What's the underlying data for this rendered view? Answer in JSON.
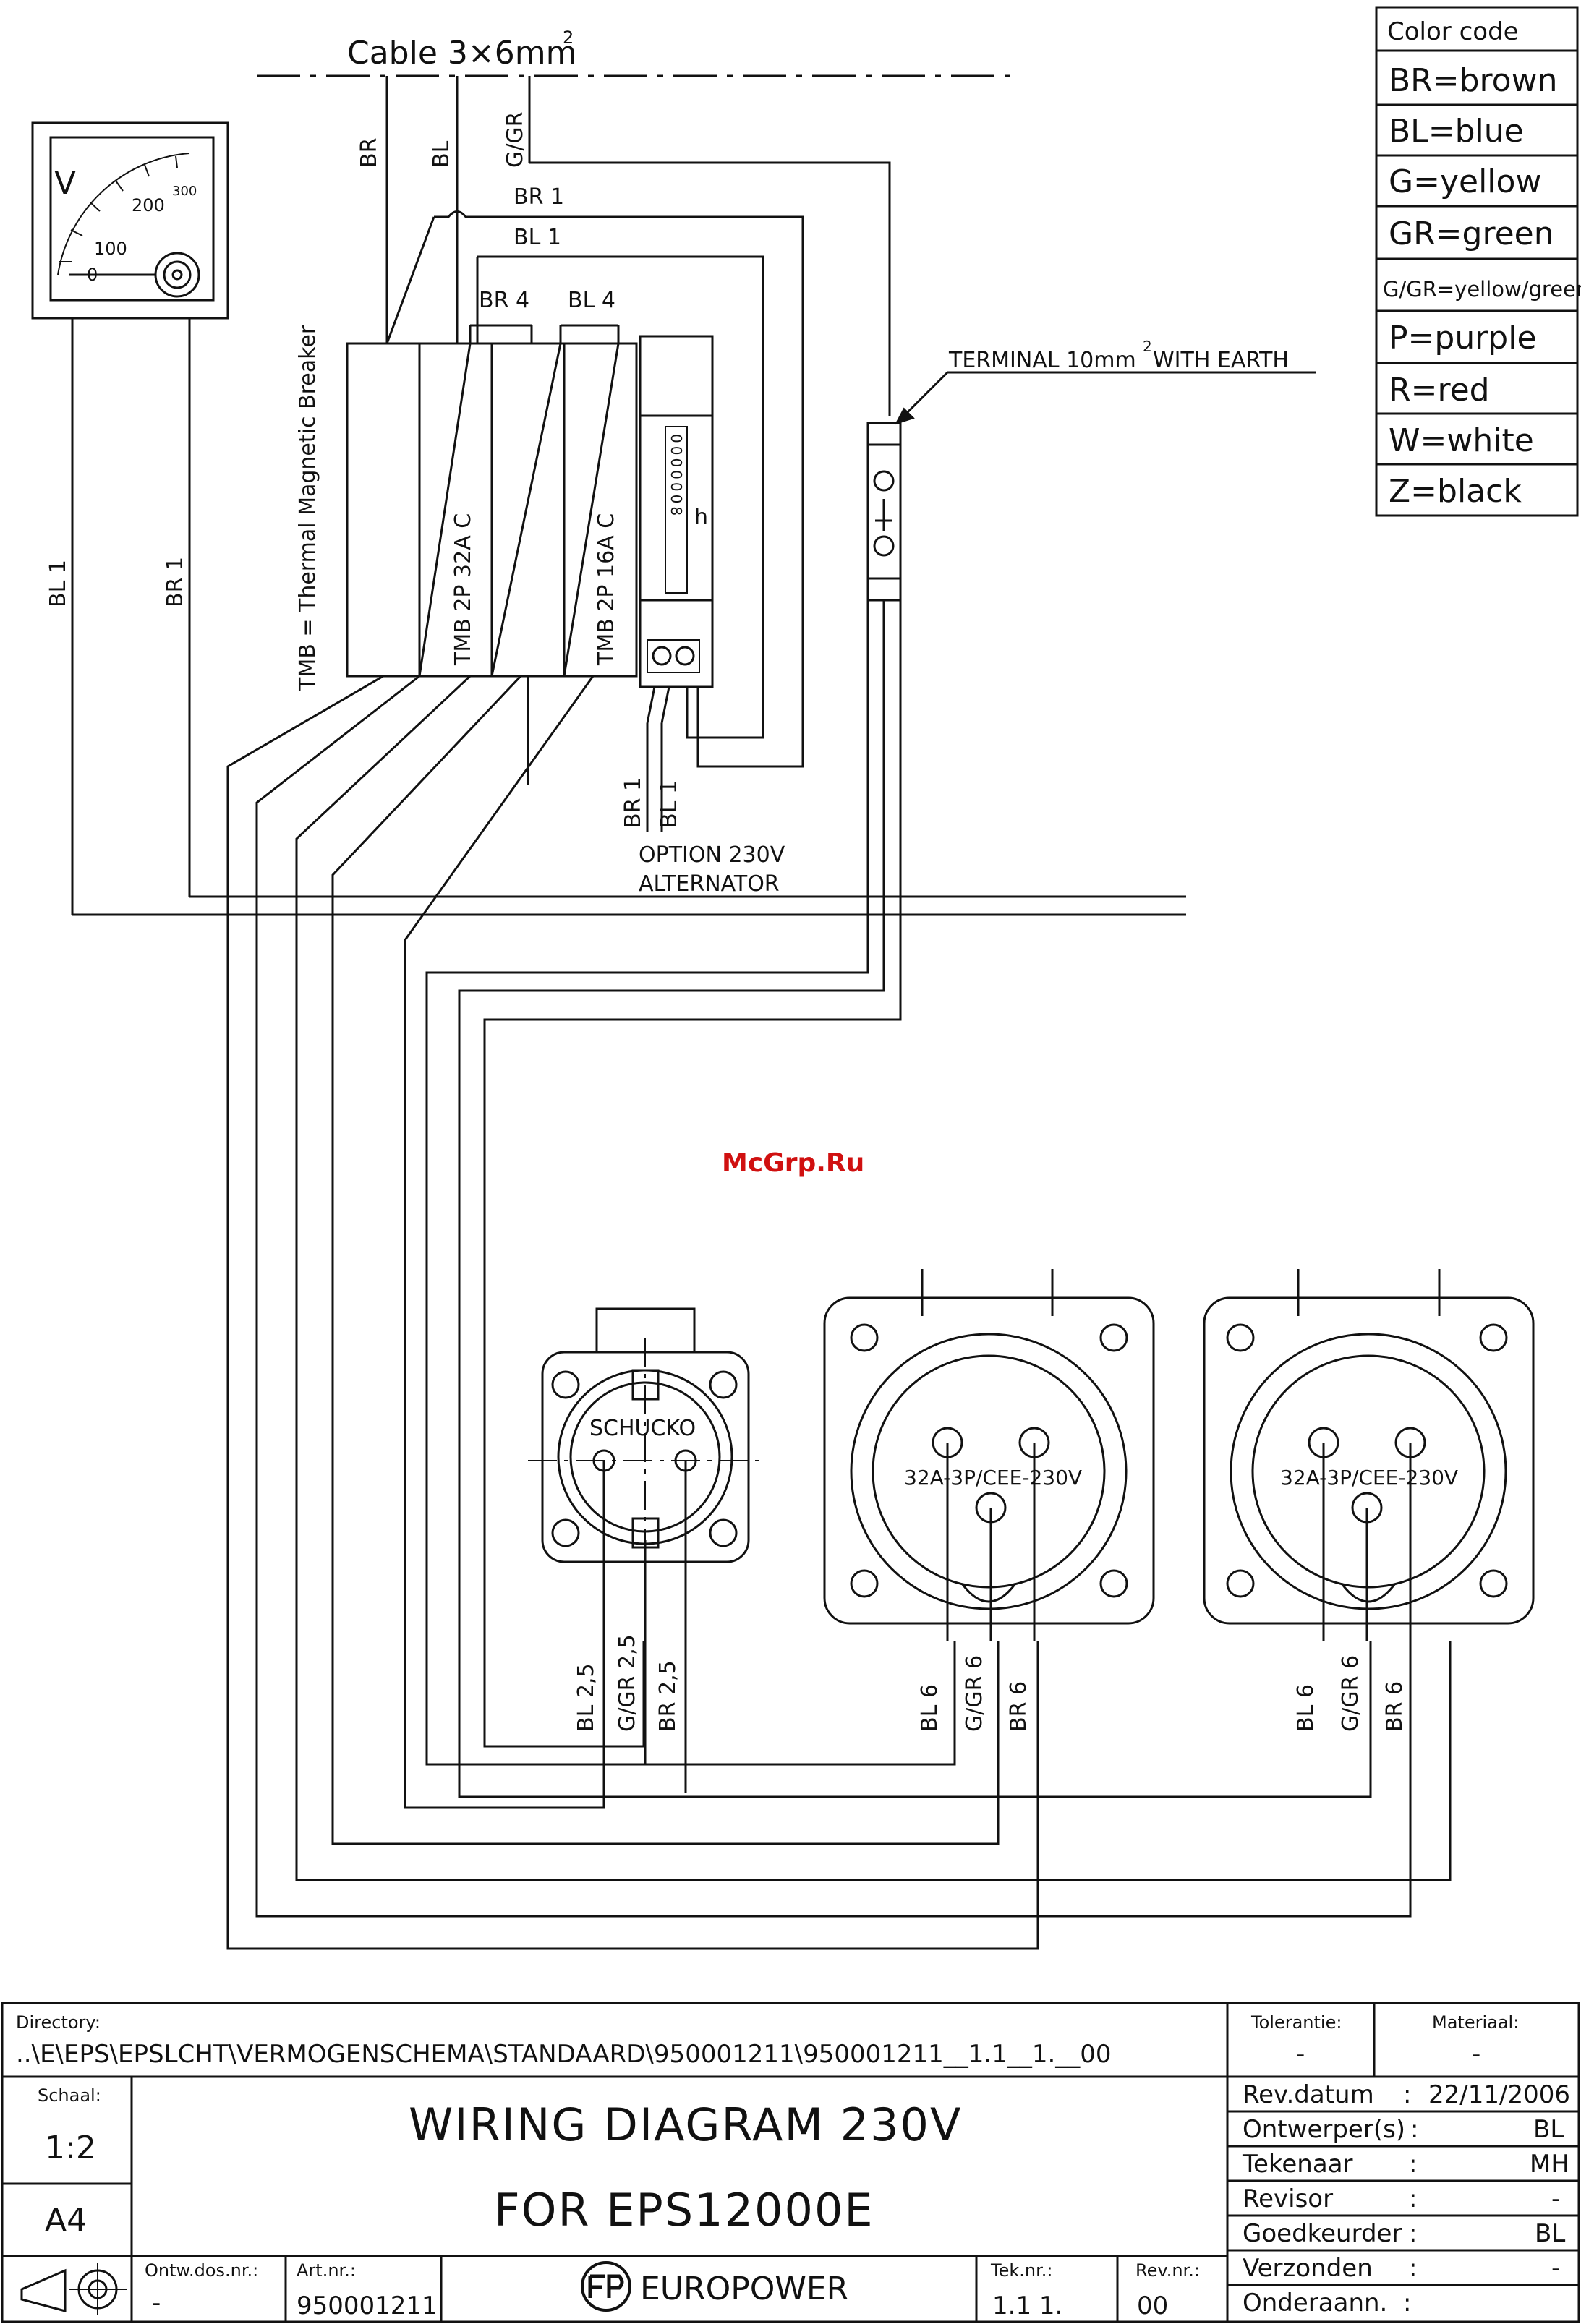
{
  "cable": {
    "label": "Cable 3×6mm",
    "sup": "2"
  },
  "cable_wires": [
    "BR",
    "BL",
    "G/GR"
  ],
  "color_code": {
    "title": "Color code",
    "items": [
      "BR=brown",
      "BL=blue",
      "G=yellow",
      "GR=green",
      "G/GR=yellow/green",
      "P=purple",
      "R=red",
      "W=white",
      "Z=black"
    ]
  },
  "voltmeter": {
    "unit": "V",
    "scale": [
      "0",
      "100",
      "200",
      "300"
    ]
  },
  "wire_labels": {
    "br1_top": "BR 1",
    "bl1_top": "BL 1",
    "br4": "BR 4",
    "bl4": "BL 4",
    "left_bl1": "BL 1",
    "left_br1": "BR 1",
    "alt_br1": "BR 1",
    "alt_bl1": "BL 1"
  },
  "breakers": {
    "legend": "TMB = Thermal Magnetic Breaker",
    "b1": "TMB 2P 32A C",
    "b2": "TMB 2P 16A C"
  },
  "hour_meter": {
    "digits": "0000008",
    "unit": "h"
  },
  "terminal": {
    "label": "TERMINAL 10mm",
    "sup": "2",
    "suffix": " WITH EARTH"
  },
  "option": {
    "line1": "OPTION 230V",
    "line2": "ALTERNATOR"
  },
  "watermark": "McGrp.Ru",
  "sockets": {
    "schucko": {
      "label": "SCHUCKO",
      "wires": [
        "BL 2,5",
        "G/GR 2,5",
        "BR 2,5"
      ]
    },
    "cee1": {
      "label": "32A-3P/CEE-230V",
      "wires": [
        "BL 6",
        "G/GR 6",
        "BR 6"
      ]
    },
    "cee2": {
      "label": "32A-3P/CEE-230V",
      "wires": [
        "BL 6",
        "G/GR 6",
        "BR 6"
      ]
    }
  },
  "title_block": {
    "directory_label": "Directory:",
    "directory_value": "..\\E\\EPS\\EPSLCHT\\VERMOGENSCHEMA\\STANDAARD\\950001211\\950001211__1.1__1.__00",
    "tolerantie_label": "Tolerantie:",
    "tolerantie_value": "-",
    "materiaal_label": "Materiaal:",
    "materiaal_value": "-",
    "schaal_label": "Schaal:",
    "schaal_value": "1:2",
    "format": "A4",
    "title_line1": "WIRING DIAGRAM 230V",
    "title_line2": "FOR EPS12000E",
    "ontw_label": "Ontw.dos.nr.:",
    "ontw_value": "-",
    "art_label": "Art.nr.:",
    "art_value": "950001211",
    "company": "EUROPOWER",
    "tek_label": "Tek.nr.:",
    "tek_value": "1.1 1.",
    "rev_label": "Rev.nr.:",
    "rev_value": "00",
    "rows": [
      {
        "label": "Rev.datum",
        "sep": ":",
        "value": "22/11/2006"
      },
      {
        "label": "Ontwerper(s)",
        "sep": ":",
        "value": "BL"
      },
      {
        "label": "Tekenaar",
        "sep": ":",
        "value": "MH"
      },
      {
        "label": "Revisor",
        "sep": ":",
        "value": "-"
      },
      {
        "label": "Goedkeurder",
        "sep": ":",
        "value": "BL"
      },
      {
        "label": "Verzonden",
        "sep": ":",
        "value": "-"
      },
      {
        "label": "Onderaann.",
        "sep": ":",
        "value": ""
      }
    ]
  }
}
